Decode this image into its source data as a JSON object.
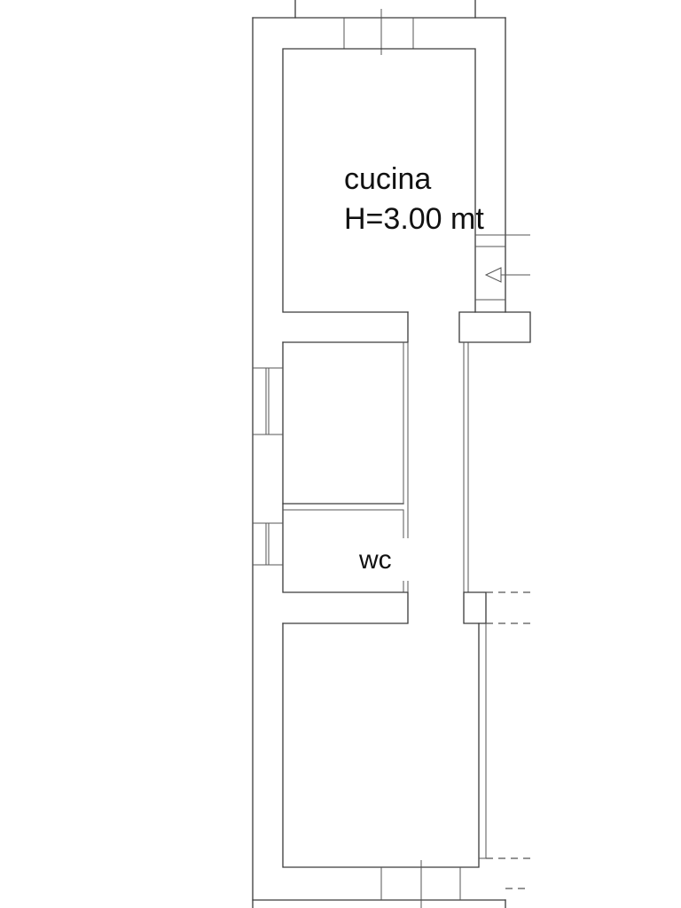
{
  "rooms": {
    "kitchen": {
      "name": "cucina",
      "height_note": "H=3.00 mt"
    },
    "wc": {
      "name": "wc"
    }
  }
}
